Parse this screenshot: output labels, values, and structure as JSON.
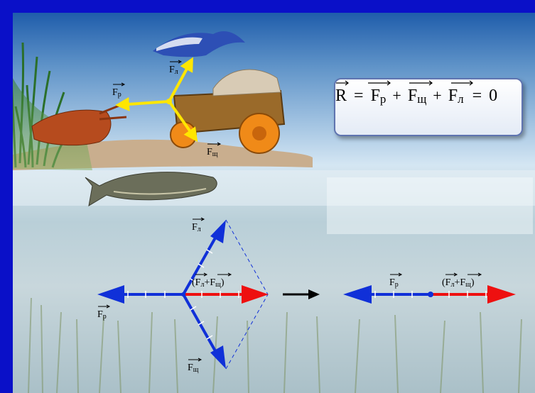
{
  "formula": {
    "R": "R",
    "Fr": "F",
    "Fr_sub": "р",
    "Fsh": "F",
    "Fsh_sub": "щ",
    "Fl": "F",
    "Fl_sub": "л",
    "eq": "=",
    "plus": "+",
    "zero": "0"
  },
  "scene_labels": {
    "Fl": "F",
    "Fl_sub": "л",
    "Fr": "F",
    "Fr_sub": "р",
    "Fsh": "F",
    "Fsh_sub": "щ"
  },
  "diagram_left": {
    "Fl": "F",
    "Fl_sub": "л",
    "Fr": "F",
    "Fr_sub": "р",
    "Fsh": "F",
    "Fsh_sub": "щ",
    "sum_open": "(",
    "sum_F1": "F",
    "sum_F1_sub": "л",
    "sum_plus": "+",
    "sum_F2": "F",
    "sum_F2_sub": "щ",
    "sum_close": ")"
  },
  "diagram_right": {
    "Fr": "F",
    "Fr_sub": "р",
    "sum_open": "(",
    "sum_F1": "F",
    "sum_F1_sub": "л",
    "sum_plus": "+",
    "sum_F2": "F",
    "sum_F2_sub": "щ",
    "sum_close": ")"
  },
  "colors": {
    "frame": "#0a10c8",
    "force_blue": "#1030d8",
    "resultant_red": "#ee1010",
    "scene_arrow_yellow": "#ffe600"
  }
}
